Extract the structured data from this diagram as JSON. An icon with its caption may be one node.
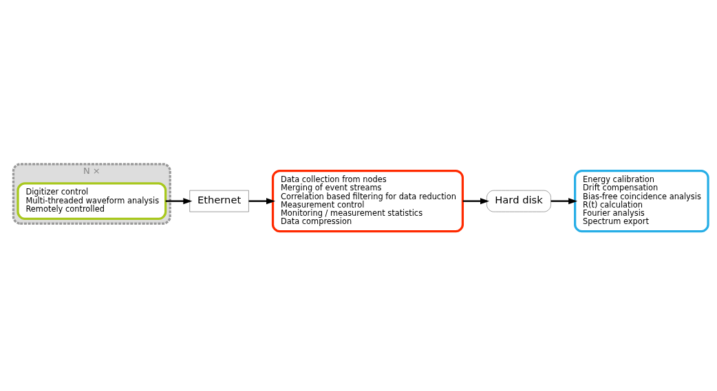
{
  "diagram": {
    "nodes": [
      {
        "text": [
          "N ×"
        ]
      },
      {
        "text": [
          "Digitizer control",
          "Multi-threaded waveform analysis",
          "Remotely controlled"
        ],
        "in": 0
      },
      {
        "text": [
          "Data collection from nodes",
          "Merging of event streams",
          "Correlation based filtering for data reduction",
          "Measurement control",
          "Monitoring / measurement statistics",
          "Data compression"
        ]
      },
      {
        "text": [
          "Energy calibration",
          "Drift compensation",
          "Bias-free coincidence analysis",
          "R(t) calculation",
          "Fourier analysis",
          "Spectrum export"
        ]
      },
      {
        "text": [
          "Ethernet"
        ]
      },
      {
        "text": [
          "Hard disk"
        ]
      }
    ],
    "edges": [
      {
        "from": 1,
        "to": 4,
        "arrow": "to"
      },
      {
        "from": 4,
        "to": 2,
        "arrow": "to"
      },
      {
        "from": 2,
        "to": 5,
        "arrow": "to"
      },
      {
        "from": 5,
        "to": 3,
        "arrow": "to"
      }
    ]
  }
}
